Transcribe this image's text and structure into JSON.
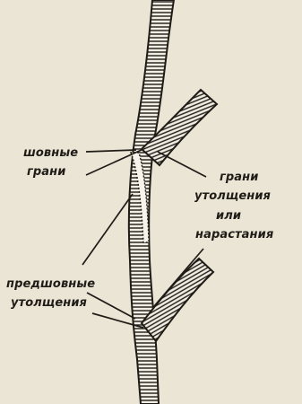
{
  "labels": {
    "suture_faces_1": "шовные",
    "suture_faces_2": "грани",
    "thickening_faces_1": "грани",
    "thickening_faces_2": "утолщения",
    "thickening_faces_3": "или",
    "thickening_faces_4": "нарастания",
    "presuture_1": "предшовные",
    "presuture_2": "утолщения"
  },
  "colors": {
    "paper": "#ebe5d6",
    "ink": "#1f1b16"
  }
}
